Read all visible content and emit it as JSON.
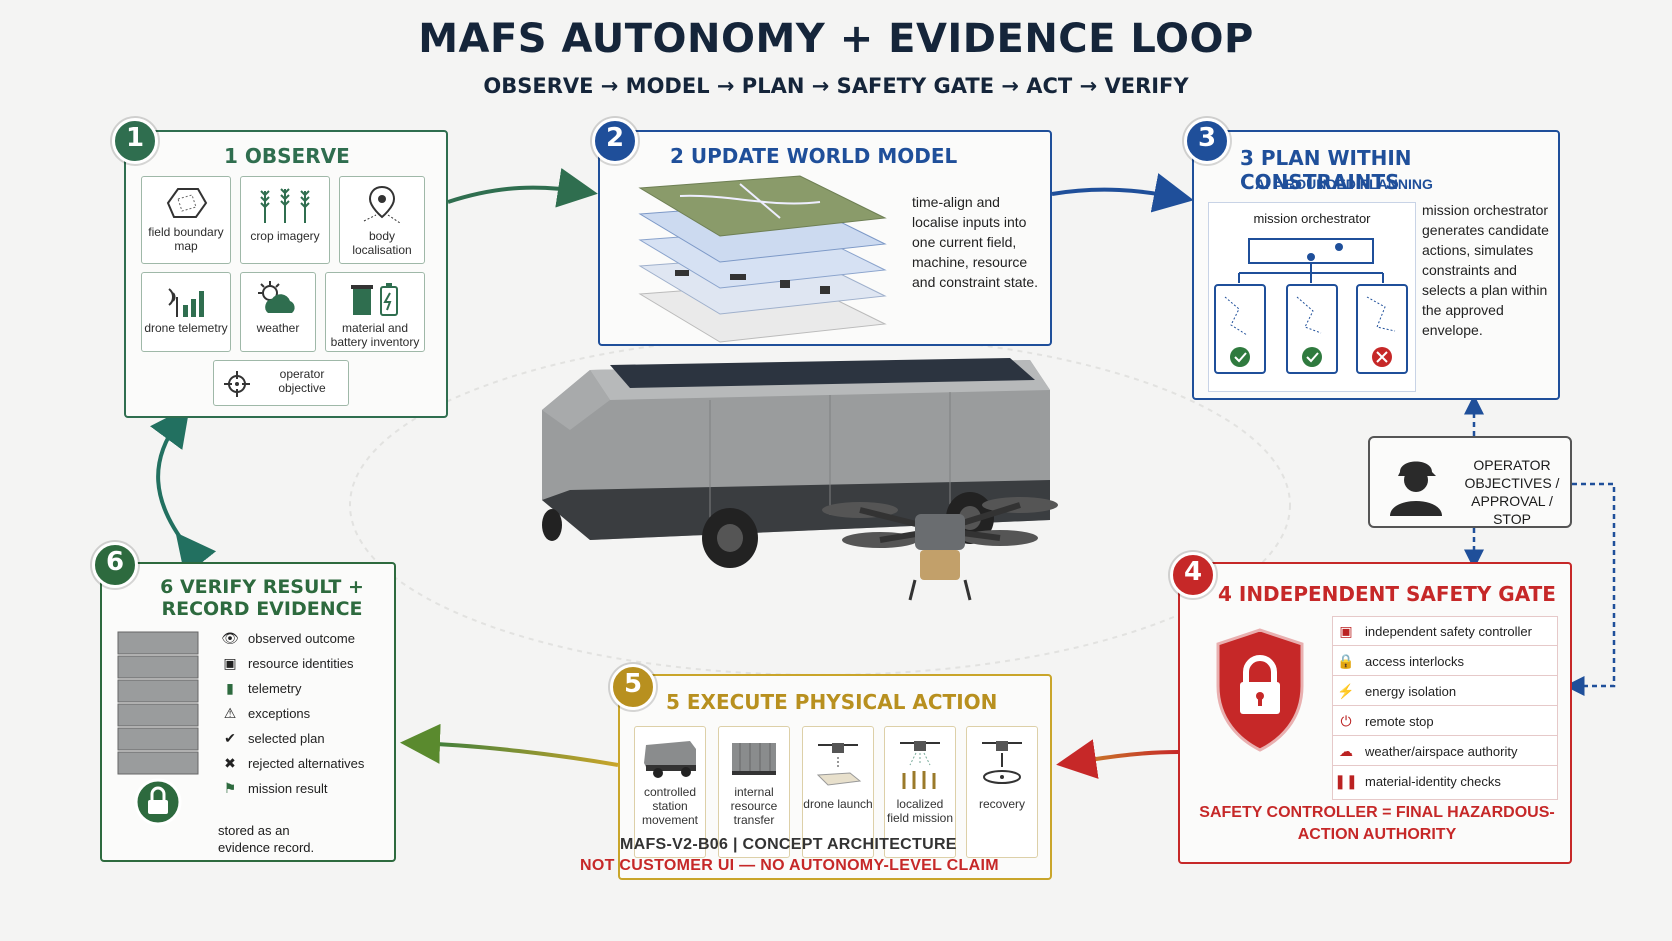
{
  "header": {
    "title": "MAFS AUTONOMY + EVIDENCE LOOP",
    "subtitle": "OBSERVE → MODEL → PLAN → SAFETY GATE → ACT → VERIFY"
  },
  "colors": {
    "green": "#2f6e4f",
    "blue": "#1f4f9a",
    "red": "#c62828",
    "gold": "#b8901f",
    "dark_green": "#2d6a3e"
  },
  "observe": {
    "badge": "1",
    "title": "1 OBSERVE",
    "tiles": [
      {
        "label": "field boundary map",
        "icon": "field-boundary-icon"
      },
      {
        "label": "crop imagery",
        "icon": "crop-icon"
      },
      {
        "label": "body localisation",
        "icon": "location-pin-icon"
      },
      {
        "label": "drone telemetry",
        "icon": "signal-icon"
      },
      {
        "label": "weather",
        "icon": "weather-icon"
      },
      {
        "label": "material and battery inventory",
        "icon": "battery-icon"
      },
      {
        "label": "operator objective",
        "icon": "crosshair-icon"
      }
    ]
  },
  "model": {
    "badge": "2",
    "title": "2 UPDATE WORLD MODEL",
    "description": "time-align and localise inputs into one current field, machine, resource and constraint state."
  },
  "plan": {
    "badge": "3",
    "title": "3 PLAN WITHIN CONSTRAINTS",
    "subtitle": "AI = BOUNDED PLANNING",
    "orchestrator_label": "mission orchestrator",
    "description": "mission orchestrator generates candidate actions, simulates constraints and selects a plan within the approved envelope."
  },
  "operator": {
    "label": "OPERATOR OBJECTIVES / APPROVAL / STOP"
  },
  "safety": {
    "badge": "4",
    "title": "4 INDEPENDENT SAFETY GATE",
    "items": [
      {
        "label": "independent safety controller",
        "icon": "chip-icon"
      },
      {
        "label": "access interlocks",
        "icon": "lock-icon"
      },
      {
        "label": "energy isolation",
        "icon": "bolt-icon"
      },
      {
        "label": "remote stop",
        "icon": "power-icon"
      },
      {
        "label": "weather/airspace authority",
        "icon": "cloud-icon"
      },
      {
        "label": "material-identity checks",
        "icon": "barcode-icon"
      }
    ],
    "footer": "SAFETY CONTROLLER = FINAL HAZARDOUS-ACTION AUTHORITY"
  },
  "execute": {
    "badge": "5",
    "title": "5 EXECUTE PHYSICAL ACTION",
    "tiles": [
      {
        "label": "controlled station movement",
        "icon": "vehicle-icon"
      },
      {
        "label": "internal resource transfer",
        "icon": "container-icon"
      },
      {
        "label": "drone launch",
        "icon": "drone-launch-icon"
      },
      {
        "label": "localized field mission",
        "icon": "drone-spray-icon"
      },
      {
        "label": "recovery",
        "icon": "drone-recovery-icon"
      }
    ]
  },
  "verify": {
    "badge": "6",
    "title": "6 VERIFY RESULT + RECORD EVIDENCE",
    "items": [
      {
        "label": "observed outcome",
        "icon": "eye-icon"
      },
      {
        "label": "resource identities",
        "icon": "cube-icon"
      },
      {
        "label": "telemetry",
        "icon": "bars-icon"
      },
      {
        "label": "exceptions",
        "icon": "warning-icon"
      },
      {
        "label": "selected plan",
        "icon": "check-circle-icon"
      },
      {
        "label": "rejected alternatives",
        "icon": "x-circle-icon"
      },
      {
        "label": "mission result",
        "icon": "flag-icon"
      }
    ],
    "footer": "stored as an evidence record."
  },
  "footer": {
    "line1": "MAFS-V2-B06 | CONCEPT ARCHITECTURE",
    "line2": "NOT CUSTOMER UI — NO AUTONOMY-LEVEL CLAIM"
  }
}
